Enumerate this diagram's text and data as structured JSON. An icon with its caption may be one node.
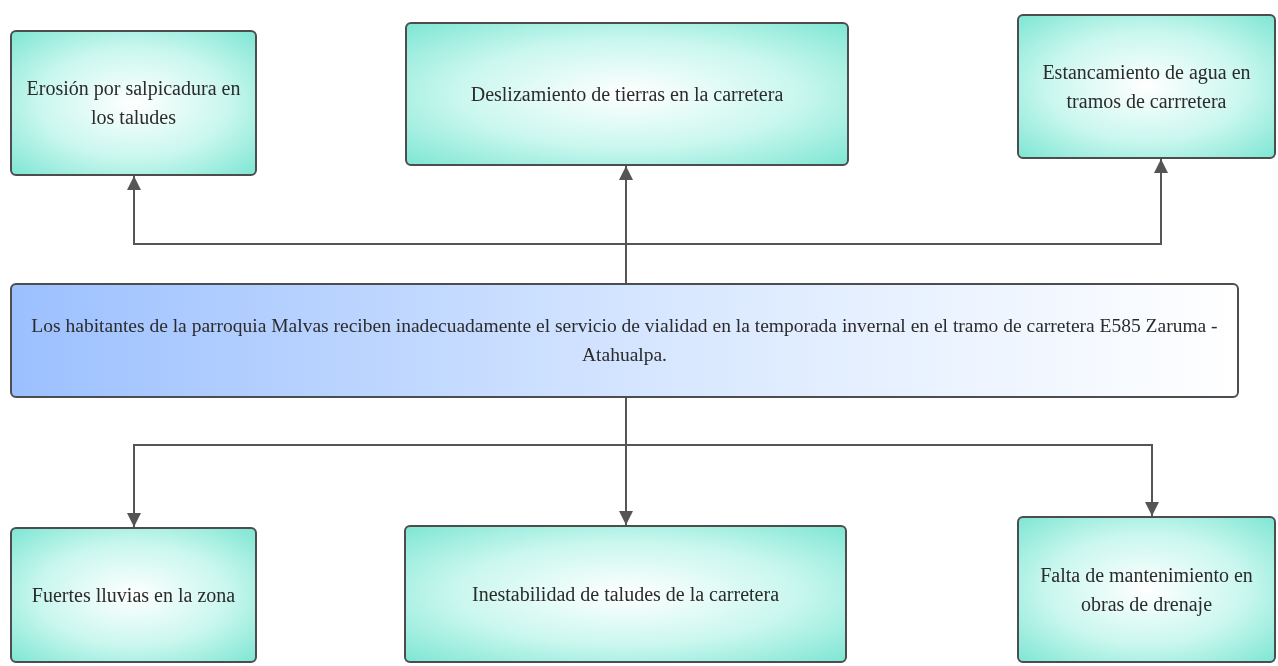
{
  "diagram": {
    "nodes": [
      {
        "text": [
          "Erosión por salpicadura en los taludes"
        ]
      },
      {
        "text": [
          "Deslizamiento de tierras en la carretera"
        ]
      },
      {
        "text": [
          "Estancamiento de agua en tramos de carrretera"
        ]
      },
      {
        "text": [
          "Los habitantes de la parroquia Malvas reciben inadecuadamente el servicio de vialidad en la temporada invernal en el tramo de carretera E585 Zaruma - Atahualpa."
        ]
      },
      {
        "text": [
          "Fuertes lluvias en la zona"
        ]
      },
      {
        "text": [
          "Inestabilidad de taludes de la carretera"
        ]
      },
      {
        "text": [
          "Falta de mantenimiento en obras de drenaje"
        ]
      }
    ],
    "edges": [
      {
        "from": 3,
        "to": 0,
        "arrow": "to"
      },
      {
        "from": 3,
        "to": 1,
        "arrow": "to"
      },
      {
        "from": 3,
        "to": 2,
        "arrow": "to"
      },
      {
        "from": 3,
        "to": 4,
        "arrow": "to"
      },
      {
        "from": 3,
        "to": 5,
        "arrow": "to"
      },
      {
        "from": 3,
        "to": 6,
        "arrow": "to"
      }
    ]
  }
}
